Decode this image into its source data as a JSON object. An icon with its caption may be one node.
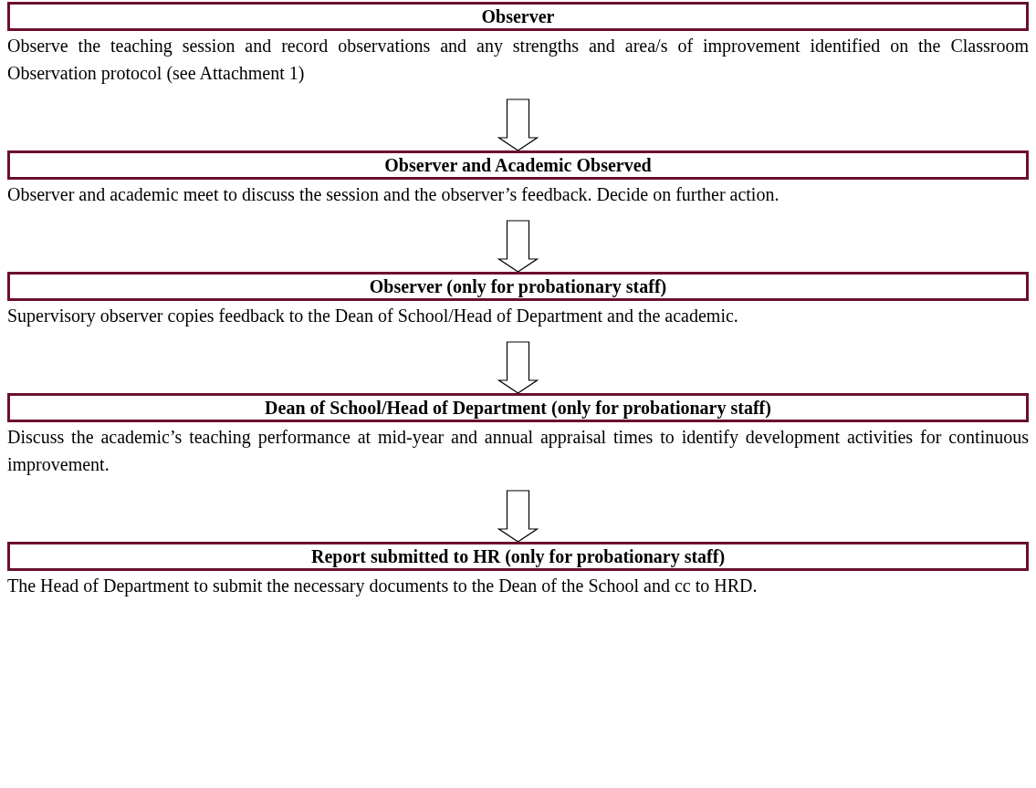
{
  "diagram": {
    "nodes": [
      {
        "text": [
          "Observer",
          "Observe the teaching session and record observations and any strengths and area/s of improvement identified on the Classroom Observation protocol (see Attachment 1)"
        ]
      },
      {
        "text": [
          "Observer and Academic Observed",
          "Observer and academic meet to discuss the session and the observer’s feedback. Decide on further action."
        ]
      },
      {
        "text": [
          "Observer (only for probationary staff)",
          "Supervisory observer copies feedback to the Dean of School/Head of Department and the academic."
        ]
      },
      {
        "text": [
          "Dean of School/Head of Department (only for probationary staff)",
          "Discuss the academic’s teaching performance at mid-year and annual appraisal times to identify development activities for continuous improvement."
        ]
      },
      {
        "text": [
          "Report submitted to HR (only for probationary staff)",
          "The Head of Department to submit the necessary documents to the Dean of the School and cc to HRD."
        ]
      }
    ],
    "edges": [
      {
        "from": 0,
        "to": 1,
        "arrow": "to"
      },
      {
        "from": 1,
        "to": 2,
        "arrow": "to"
      },
      {
        "from": 2,
        "to": 3,
        "arrow": "to"
      },
      {
        "from": 3,
        "to": 4,
        "arrow": "to"
      }
    ]
  }
}
